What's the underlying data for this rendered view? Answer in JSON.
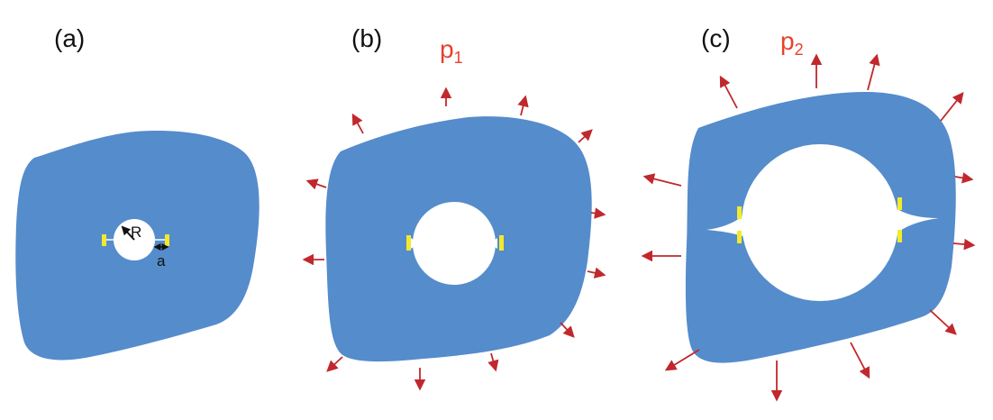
{
  "colors": {
    "body": "#558ccb",
    "arrow": "#c0282d",
    "crack_marker": "#f3ea2b",
    "label": "#111111",
    "pressure_label": "#e8412c"
  },
  "panels": [
    {
      "label": "(a)"
    },
    {
      "label": "(b)",
      "pressure": {
        "symbol": "p",
        "subscript": "1"
      }
    },
    {
      "label": "(c)",
      "pressure": {
        "symbol": "p",
        "subscript": "2"
      }
    }
  ],
  "annotations": {
    "radius": "R",
    "crack_length": "a"
  },
  "icons": {
    "load_arrow": "red-outward-arrow",
    "crack_marker": "yellow-bracket"
  }
}
